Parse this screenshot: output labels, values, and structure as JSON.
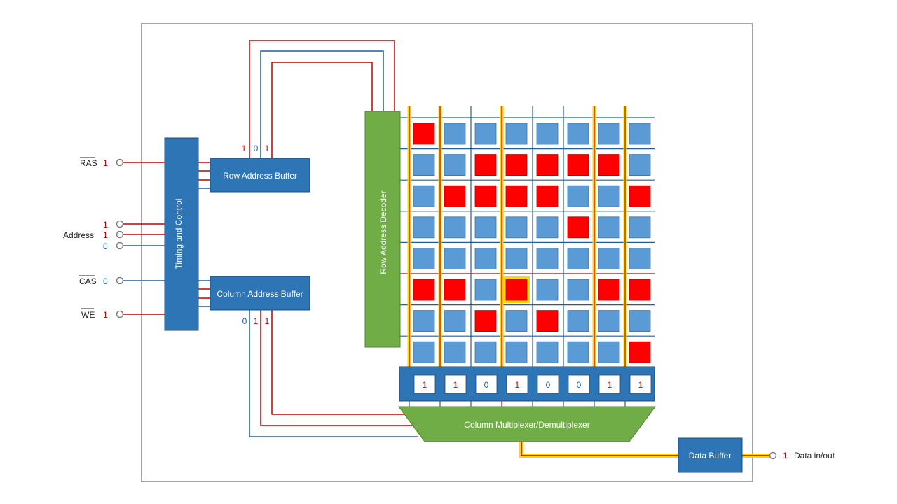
{
  "signals": {
    "ras": {
      "label": "RAS",
      "value": "1"
    },
    "address": {
      "label": "Address",
      "bits": [
        "1",
        "1",
        "0"
      ]
    },
    "cas": {
      "label": "CAS",
      "value": "0"
    },
    "we": {
      "label": "WE",
      "value": "1"
    },
    "data_io": {
      "label": "Data in/out",
      "value": "1"
    }
  },
  "blocks": {
    "timing": "Timing and Control",
    "row_buffer": "Row Address Buffer",
    "col_buffer": "Column Address Buffer",
    "row_decoder": "Row Address Decoder",
    "col_mux": "Column Multiplexer/Demultiplexer",
    "data_buffer": "Data Buffer"
  },
  "row_address_bits": [
    "1",
    "0",
    "1"
  ],
  "col_address_bits": [
    "0",
    "1",
    "1"
  ],
  "memory_cells": [
    [
      1,
      0,
      0,
      0,
      0,
      0,
      0,
      0
    ],
    [
      0,
      0,
      1,
      1,
      1,
      1,
      1,
      0
    ],
    [
      0,
      1,
      1,
      1,
      1,
      0,
      0,
      1
    ],
    [
      0,
      0,
      0,
      0,
      0,
      1,
      0,
      0
    ],
    [
      0,
      0,
      0,
      0,
      0,
      0,
      0,
      0
    ],
    [
      1,
      1,
      0,
      1,
      0,
      0,
      1,
      1
    ],
    [
      0,
      0,
      1,
      0,
      1,
      0,
      0,
      0
    ],
    [
      0,
      0,
      0,
      0,
      0,
      0,
      0,
      1
    ]
  ],
  "selected_row": 5,
  "selected_col": 3,
  "highlighted_columns": [
    0,
    1,
    3,
    6,
    7
  ],
  "sense_values": [
    "1",
    "1",
    "0",
    "1",
    "0",
    "0",
    "1",
    "1"
  ],
  "colors": {
    "block_blue": "#2e75b6",
    "block_green": "#70ad47",
    "cell_blue": "#5b9bd5",
    "cell_red": "#ff0000",
    "wire_red": "#c00000",
    "wire_blue": "#1f5f9f",
    "highlight_yellow": "#ffd700"
  }
}
